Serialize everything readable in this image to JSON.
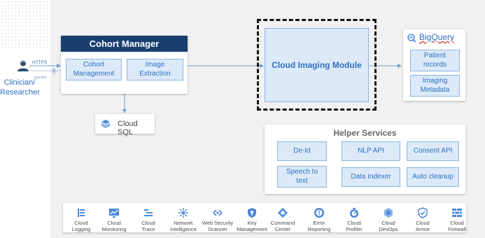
{
  "actor": {
    "label": "Clinician/\nResearcher",
    "label_line1": "Clinician/",
    "label_line2": "Researcher",
    "proto_https": "HTTPS",
    "proto_speaks": "speaks"
  },
  "cohort_manager": {
    "title": "Cohort Manager",
    "box1": "Cohort Management",
    "box1_l1": "Cohort",
    "box1_l2": "Management",
    "box2_l1": "Image",
    "box2_l2": "Extraction"
  },
  "cloud_sql": {
    "label": "Cloud SQL"
  },
  "imaging_module": {
    "label": "Cloud Imaging Module"
  },
  "bigquery": {
    "title": "BigQuery",
    "item1_l1": "Patient",
    "item1_l2": "records",
    "item2_l1": "Imaging",
    "item2_l2": "Metadata"
  },
  "helper": {
    "title": "Helper Services",
    "items": [
      {
        "l1": "De-Id",
        "l2": ""
      },
      {
        "l1": "NLP API",
        "l2": ""
      },
      {
        "l1": "Consent API",
        "l2": ""
      },
      {
        "l1": "Speech to",
        "l2": "text"
      },
      {
        "l1": "Data Indexer",
        "l2": ""
      },
      {
        "l1": "Auto cleanup",
        "l2": ""
      }
    ]
  },
  "services": [
    {
      "l1": "Cloud",
      "l2": "Logging",
      "icon": "cloud-logging-icon"
    },
    {
      "l1": "Cloud",
      "l2": "Monitoring",
      "icon": "cloud-monitoring-icon"
    },
    {
      "l1": "Cloud",
      "l2": "Trace",
      "icon": "cloud-trace-icon"
    },
    {
      "l1": "Network",
      "l2": "Intelligence",
      "icon": "network-intelligence-icon"
    },
    {
      "l1": "Web Security",
      "l2": "Scanner",
      "icon": "web-security-scanner-icon"
    },
    {
      "l1": "Key",
      "l2": "Management",
      "icon": "key-management-icon"
    },
    {
      "l1": "Command",
      "l2": "Center",
      "icon": "command-center-icon"
    },
    {
      "l1": "Error",
      "l2": "Reporting",
      "icon": "error-reporting-icon"
    },
    {
      "l1": "Cloud",
      "l2": "Profiler",
      "icon": "cloud-profiler-icon"
    },
    {
      "l1": "Cloud",
      "l2": "DevOps",
      "icon": "cloud-devops-icon"
    },
    {
      "l1": "Cloud",
      "l2": "Armor",
      "icon": "cloud-armor-icon"
    },
    {
      "l1": "Cloud",
      "l2": "Firewall",
      "icon": "cloud-firewall-icon"
    }
  ],
  "colors": {
    "header_navy": "#1a3f6f",
    "box_fill": "#dbe9f9",
    "box_border": "#8db4e2",
    "text_blue": "#2f6fbf",
    "arrow_blue": "#6a9fd8",
    "icon_blue": "#4a88d8"
  }
}
